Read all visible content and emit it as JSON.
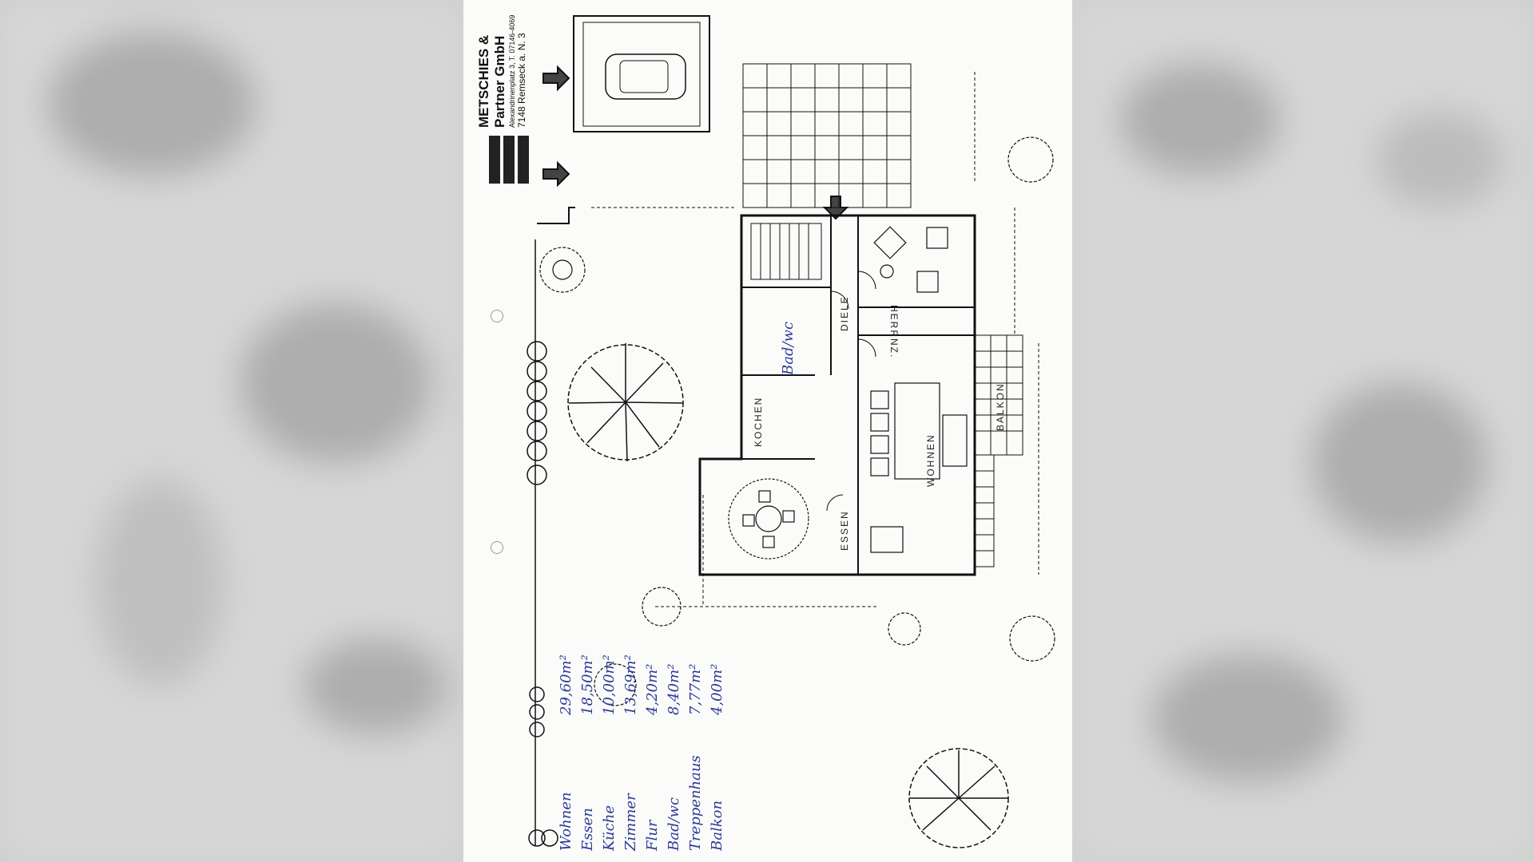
{
  "company": {
    "name_line1": "METSCHIES &",
    "name_line2": "Partner GmbH",
    "address": "Alexandrinenplatz 3, T. 07146-4069",
    "city": "7148 Remseck a. N. 3"
  },
  "rooms": {
    "herrnz": "HERRNZ.",
    "diele": "DIELE",
    "bad": "Bad/wc",
    "kochen": "KOCHEN",
    "wohnen": "WOHNEN",
    "balkon": "BALKON",
    "essen": "ESSEN"
  },
  "area_table": [
    {
      "room": "Wohnen",
      "area": "29,60m²"
    },
    {
      "room": "Essen",
      "area": "18,50m²"
    },
    {
      "room": "Küche",
      "area": "10,00m²"
    },
    {
      "room": "Zimmer",
      "area": "13,69m²"
    },
    {
      "room": "Flur",
      "area": "4,20m²"
    },
    {
      "room": "Bad/wc",
      "area": "8,40m²"
    },
    {
      "room": "Treppenhaus",
      "area": "7,77m²"
    },
    {
      "room": "Balkon",
      "area": "4,00m²"
    }
  ]
}
